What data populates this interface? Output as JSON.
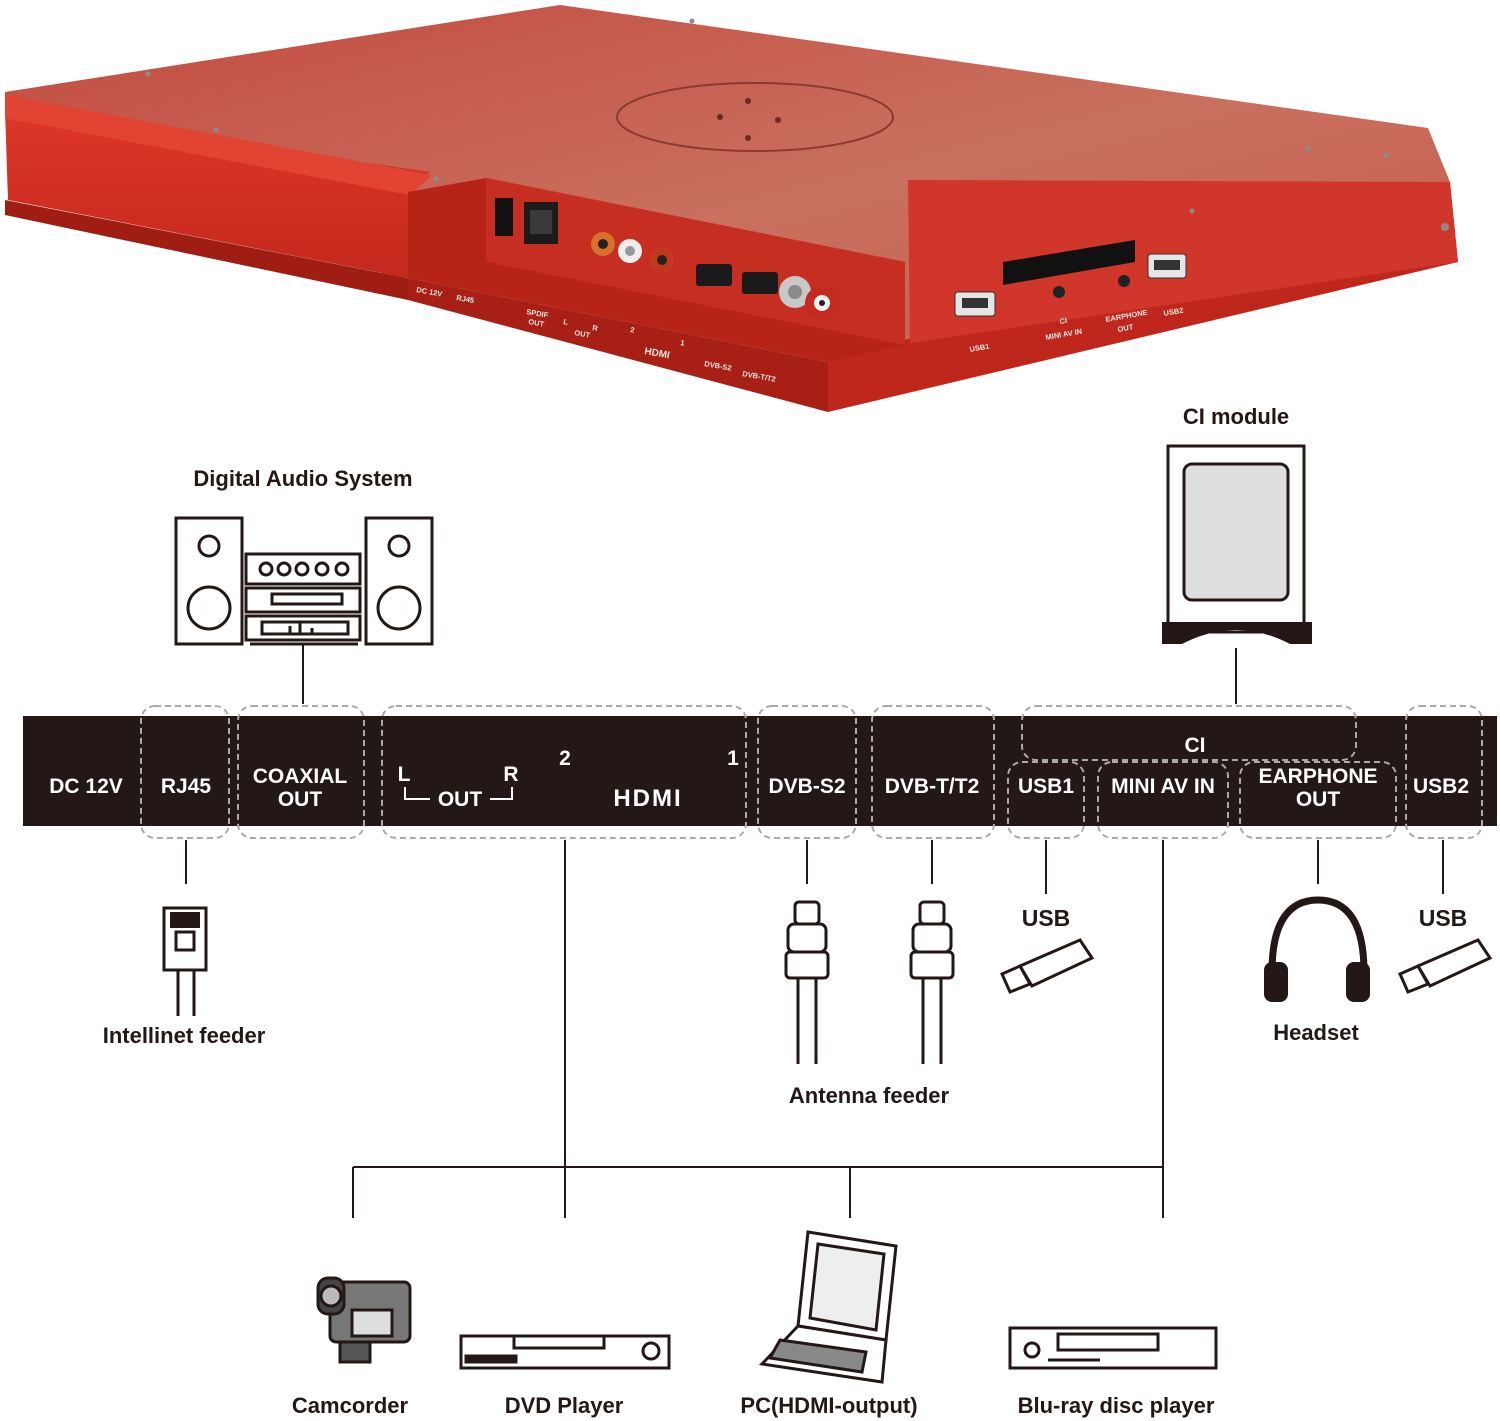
{
  "product": {
    "labels": {
      "dc": "DC 12V",
      "rj45": "RJ45",
      "spdif_1": "SPDIF",
      "spdif_2": "OUT",
      "l": "L",
      "out": "OUT",
      "r": "R",
      "hdmi2": "2",
      "hdmi1": "1",
      "hdmi": "HDMI",
      "dvbs2": "DVB-S2",
      "dvbt2": "DVB-T/T2",
      "usb1": "USB1",
      "ci": "CI",
      "miniav": "MINI AV IN",
      "earphone_1": "EARPHONE",
      "earphone_2": "OUT",
      "usb2": "USB2"
    },
    "colors": {
      "body": "#d8362a",
      "top_light": "#c9675a",
      "front": "#c42c20",
      "panel": "#b52418"
    }
  },
  "top_devices": {
    "audio_title": "Digital Audio System",
    "ci_title": "CI module"
  },
  "strip": {
    "dc": "DC 12V",
    "rj45": "RJ45",
    "coaxial_1": "COAXIAL",
    "coaxial_2": "OUT",
    "l": "L",
    "r": "R",
    "out": "OUT",
    "hdmi_2": "2",
    "hdmi_1": "1",
    "hdmi_logo": "HDMI",
    "dvbs2": "DVB-S2",
    "dvbt2": "DVB-T/T2",
    "ci": "CI",
    "usb1": "USB1",
    "miniav": "MINI AV IN",
    "earphone_1": "EARPHONE",
    "earphone_2": "OUT",
    "usb2": "USB2",
    "color": "#231815"
  },
  "bottom_devices": {
    "intellinet": "Intellinet feeder",
    "antenna": "Antenna feeder",
    "usb_left": "USB",
    "usb_right": "USB",
    "headset": "Headset",
    "camcorder": "Camcorder",
    "dvd": "DVD Player",
    "pc": "PC(HDMI-output)",
    "bluray": "Blu-ray disc player"
  }
}
